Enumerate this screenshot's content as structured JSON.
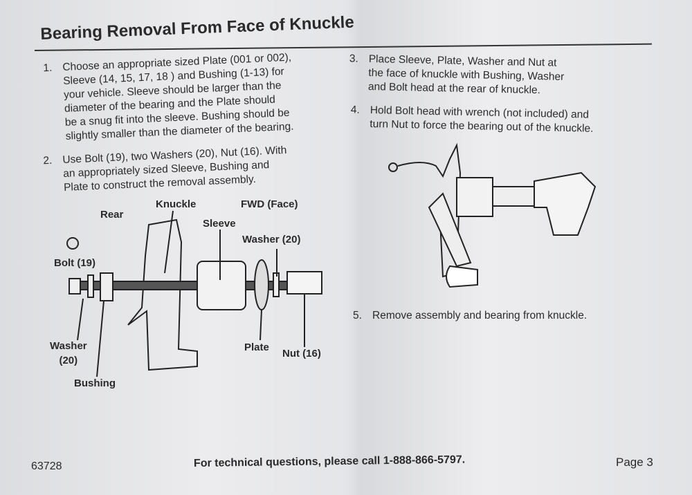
{
  "title": "Bearing Removal From Face of Knuckle",
  "steps": [
    {
      "number": "1.",
      "text": "Choose an appropriate sized Plate (001 or 002),\nSleeve (14, 15, 17, 18 ) and Bushing (1-13) for\nyour vehicle. Sleeve should be larger than the\ndiameter of the bearing and the Plate should\nbe a snug fit into the sleeve. Bushing should be\nslightly smaller than the diameter of the bearing."
    },
    {
      "number": "2.",
      "text": "Use Bolt (19), two Washers (20), Nut (16). With\nan appropriately sized Sleeve, Bushing and\nPlate to construct the removal assembly."
    },
    {
      "number": "3.",
      "text": "Place Sleeve, Plate, Washer and Nut at\nthe face of knuckle with Bushing, Washer\nand Bolt head at the rear of knuckle."
    },
    {
      "number": "4.",
      "text": "Hold Bolt head with wrench (not included) and\nturn Nut to force the bearing out of the knuckle."
    },
    {
      "number": "5.",
      "text": "Remove assembly and bearing from knuckle."
    }
  ],
  "diagram_labels": {
    "rear": "Rear",
    "knuckle": "Knuckle",
    "fwd": "FWD (Face)",
    "sleeve": "Sleeve",
    "washer_right": "Washer (20)",
    "bolt": "Bolt (19)",
    "washer_left": "Washer\n(20)",
    "bushing": "Bushing",
    "plate": "Plate",
    "nut": "Nut (16)"
  },
  "footer": {
    "part_number": "63728",
    "support": "For technical questions, please call 1-888-866-5797.",
    "page": "Page 3"
  }
}
